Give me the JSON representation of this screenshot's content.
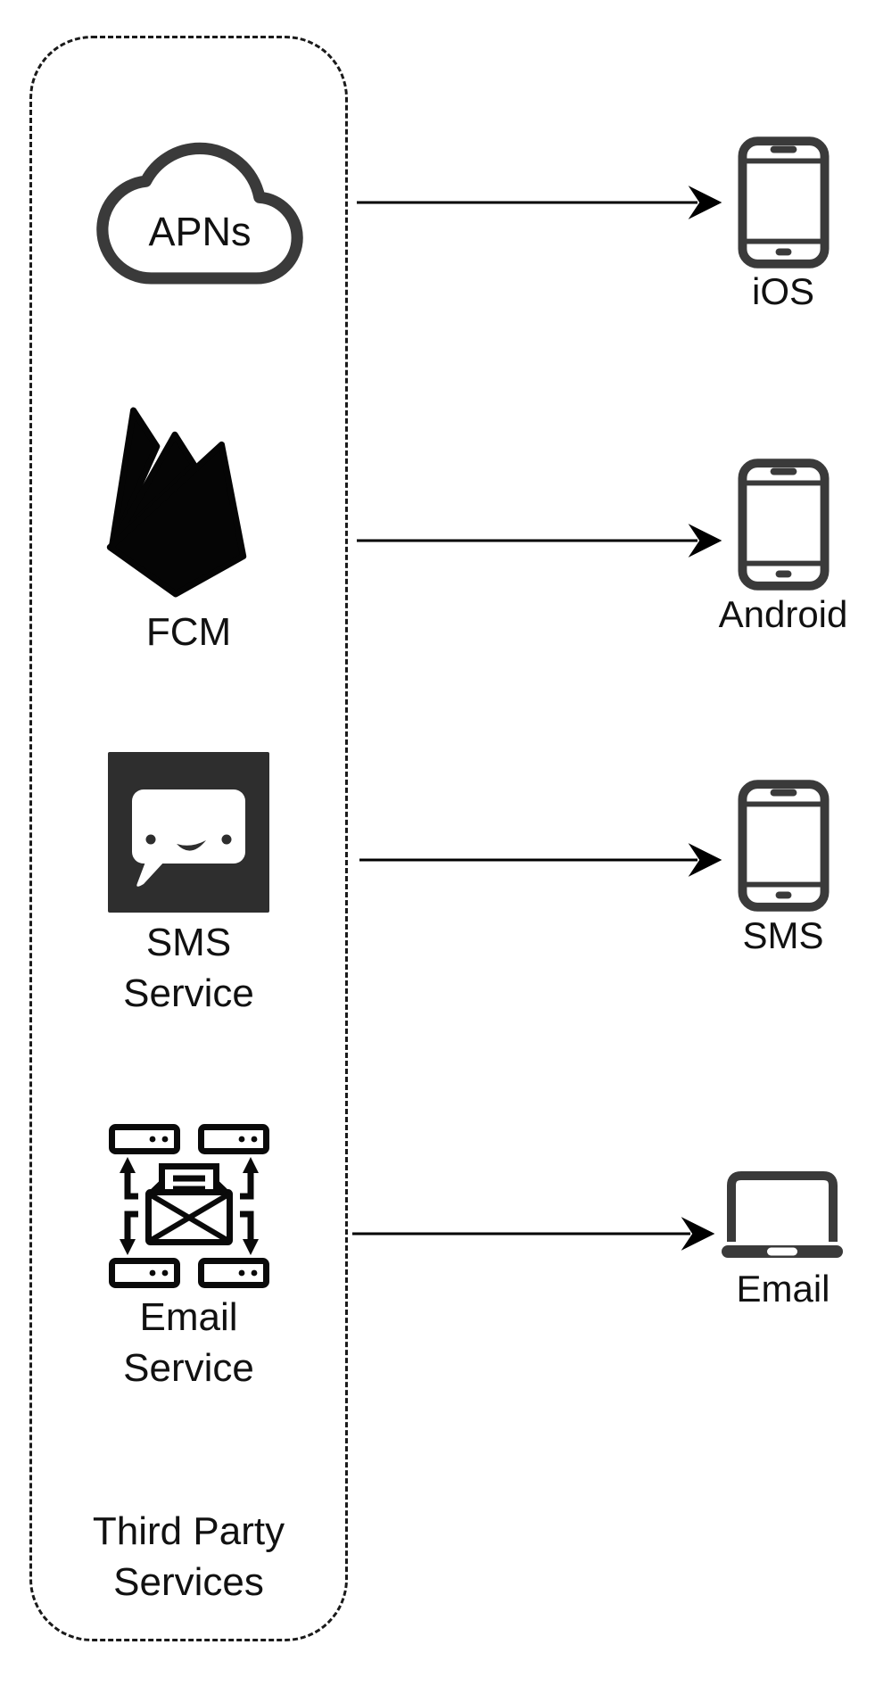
{
  "third_party_box": {
    "label_line1": "Third Party",
    "label_line2": "Services"
  },
  "services": [
    {
      "label": "APNs",
      "icon": "cloud-icon"
    },
    {
      "label": "FCM",
      "icon": "firebase-icon"
    },
    {
      "label_line1": "SMS",
      "label_line2": "Service",
      "icon": "chat-bubble-icon"
    },
    {
      "label_line1": "Email",
      "label_line2": "Service",
      "icon": "email-server-icon"
    }
  ],
  "clients": [
    {
      "label": "iOS",
      "icon": "smartphone-icon"
    },
    {
      "label": "Android",
      "icon": "smartphone-icon"
    },
    {
      "label": "SMS",
      "icon": "smartphone-icon"
    },
    {
      "label": "Email",
      "icon": "laptop-icon"
    }
  ],
  "connections": [
    {
      "from": "APNs",
      "to": "iOS"
    },
    {
      "from": "FCM",
      "to": "Android"
    },
    {
      "from": "SMS Service",
      "to": "SMS"
    },
    {
      "from": "Email Service",
      "to": "Email"
    }
  ],
  "colors": {
    "icon_stroke": "#3a3a3a",
    "ink": "#111111",
    "sms_tile_background": "#2e2e2e",
    "background": "#ffffff"
  }
}
